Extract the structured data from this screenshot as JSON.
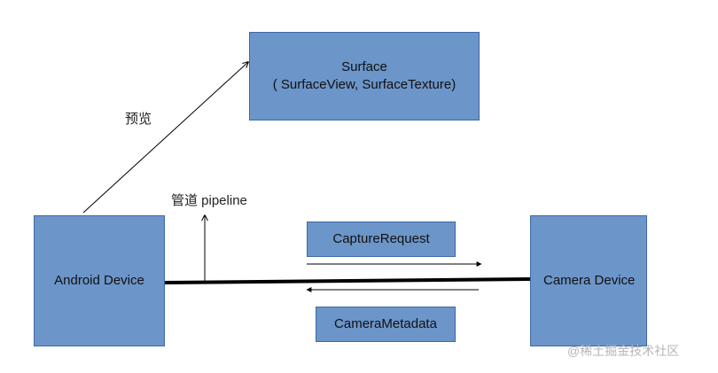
{
  "surface": {
    "title": "Surface",
    "subtitle": "( SurfaceView, SurfaceTexture)"
  },
  "android_device": {
    "label": "Android Device"
  },
  "camera_device": {
    "label": "Camera Device"
  },
  "capture_request": {
    "label": "CaptureRequest"
  },
  "camera_metadata": {
    "label": "CameraMetadata"
  },
  "labels": {
    "preview": "预览",
    "pipeline": "管道 pipeline"
  },
  "watermark": "@稀土掘金技术社区",
  "colors": {
    "box_fill": "#6c95c9",
    "box_border": "#3c6aa6",
    "line": "#000000"
  }
}
